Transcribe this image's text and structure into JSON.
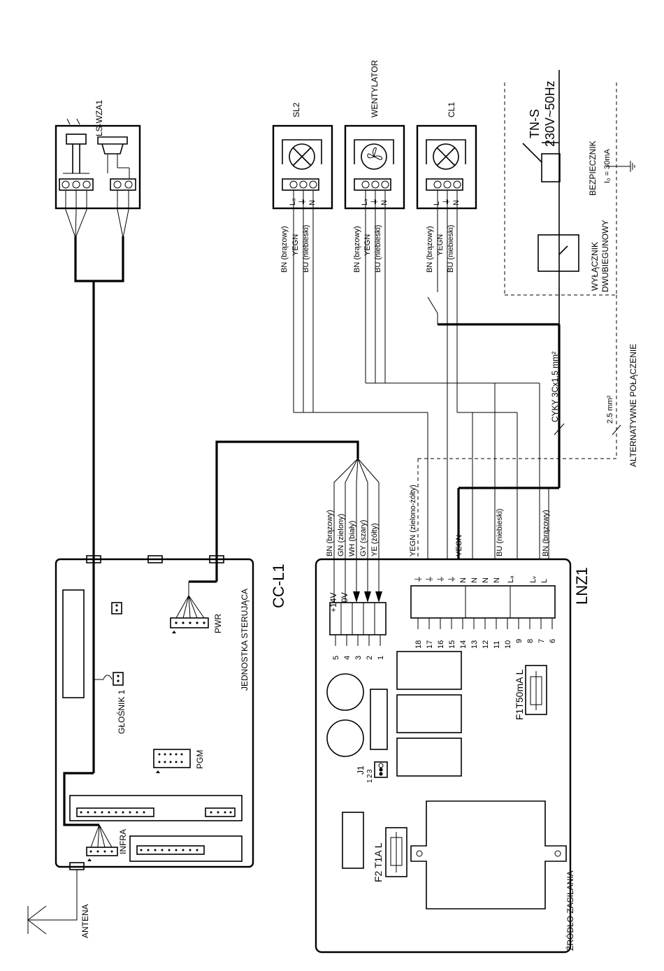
{
  "devices": {
    "ls_wza1": "LS-WZA1",
    "sl2": "SL2",
    "wentylator": "WENTYLATOR",
    "cl1": "CL1",
    "cc_l1": "CC-L1",
    "jednostka": "JEDNOSTKA STERUJĄCA",
    "lnz1": "LNZ1",
    "zrodlo": "ŹRÓDŁO ZASILANIA"
  },
  "supply": {
    "tns": "TN-S",
    "voltage": "230V~50Hz",
    "bezpiecznik": "BEZPIECZNIK",
    "i0": "I₀ = 30mA",
    "wylacznik1": "WYŁĄCZNIK",
    "wylacznik2": "DWUBIEGUNOWY",
    "alternatywne": "ALTERNATYWNE POŁĄCZENIE",
    "cyky": "CYKY 3Cx1.5 mm²",
    "alt_cable": "2.5 mm²"
  },
  "terminals": {
    "lamp_sl2": [
      "Lₐ",
      "⏚",
      "N"
    ],
    "fan": [
      "Lᵥ",
      "⏚",
      "N"
    ],
    "lamp_cl1": [
      "L",
      "⏚",
      "N"
    ]
  },
  "wires": {
    "bn": "BN (brązowy)",
    "yegn": "YEGN",
    "bu": "BU (niebieski)"
  },
  "cc_connectors": {
    "pwr": "PWR",
    "glosnik": "GŁOŚNIK 1",
    "pgm": "PGM",
    "infra": "INFRA",
    "antena": "ANTENA"
  },
  "bus_wires": [
    "BN (brązowy)",
    "GN (zielony)",
    "WH (biały)",
    "GY (szary)",
    "YE (żółty)"
  ],
  "lnz_bus": {
    "labels": [
      "+14V",
      "0V"
    ],
    "numbers": [
      "5",
      "4",
      "3",
      "2",
      "1"
    ]
  },
  "lnz_terminals": {
    "numbers": [
      "18",
      "17",
      "16",
      "15",
      "14",
      "13",
      "12",
      "11",
      "10",
      "9",
      "8",
      "7",
      "6"
    ],
    "labels": [
      "⏚",
      "⏚",
      "⏚",
      "⏚",
      "N",
      "N",
      "N",
      "N",
      "Lₐ",
      "",
      "Lᵥ",
      "L",
      ""
    ]
  },
  "lnz_wires": {
    "yegn_zg": "YEGN (zielono-żółty)",
    "yegn": "YEGN",
    "bu": "BU (niebieski)",
    "bn": "BN (brązowy)"
  },
  "fuses": {
    "f1": "F1T50mA L",
    "f2": "F2  T1A L",
    "j1": "J1",
    "j1_pins": [
      "1",
      "2",
      "3"
    ]
  }
}
